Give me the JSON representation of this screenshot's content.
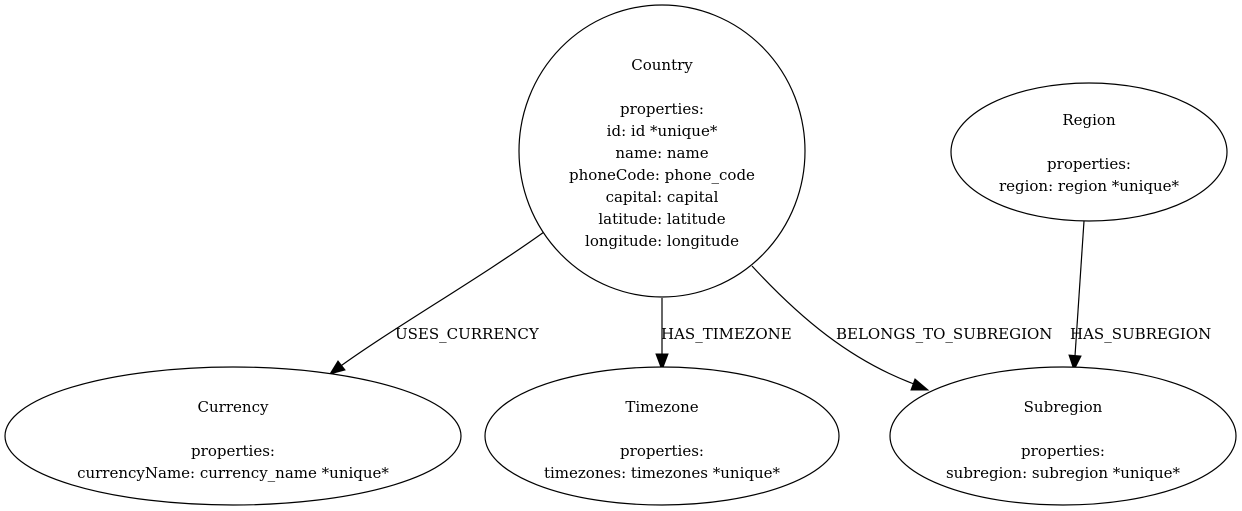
{
  "diagram": {
    "nodes": [
      {
        "id": "country",
        "title": "Country",
        "properties_heading": "properties:",
        "properties": [
          "id: id *unique*",
          "name: name",
          "phoneCode: phone_code",
          "capital: capital",
          "latitude: latitude",
          "longitude: longitude"
        ]
      },
      {
        "id": "region",
        "title": "Region",
        "properties_heading": "properties:",
        "properties": [
          "region: region *unique*"
        ]
      },
      {
        "id": "currency",
        "title": "Currency",
        "properties_heading": "properties:",
        "properties": [
          "currencyName: currency_name *unique*"
        ]
      },
      {
        "id": "timezone",
        "title": "Timezone",
        "properties_heading": "properties:",
        "properties": [
          "timezones: timezones *unique*"
        ]
      },
      {
        "id": "subregion",
        "title": "Subregion",
        "properties_heading": "properties:",
        "properties": [
          "subregion: subregion *unique*"
        ]
      }
    ],
    "edges": [
      {
        "id": "uses-currency",
        "from": "country",
        "to": "currency",
        "label": "USES_CURRENCY"
      },
      {
        "id": "has-timezone",
        "from": "country",
        "to": "timezone",
        "label": "HAS_TIMEZONE"
      },
      {
        "id": "belongs-to-subregion",
        "from": "country",
        "to": "subregion",
        "label": "BELONGS_TO_SUBREGION"
      },
      {
        "id": "has-subregion",
        "from": "region",
        "to": "subregion",
        "label": "HAS_SUBREGION"
      }
    ]
  }
}
